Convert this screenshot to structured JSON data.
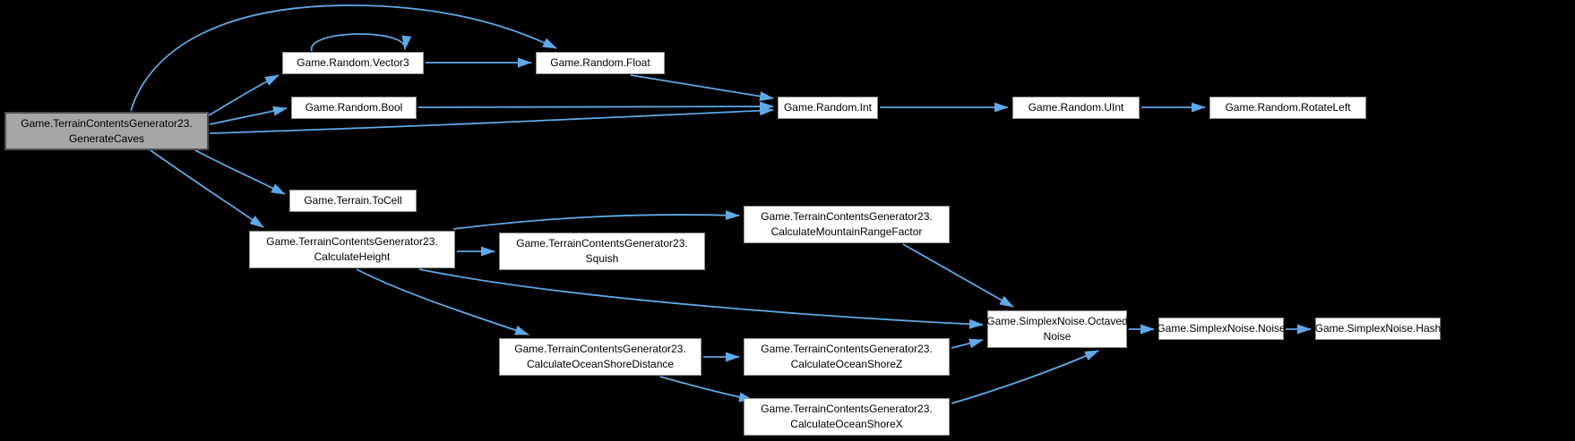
{
  "diagram": {
    "type": "call-graph",
    "colors": {
      "background": "#000000",
      "edge": "#5fa8e8",
      "node_fill": "#ffffff",
      "node_border": "#8f8f8f",
      "node_text": "#000000",
      "root_fill": "#a6a6a6",
      "root_border": "#4f4f4f"
    },
    "nodes": {
      "generate_caves": {
        "lines": [
          "Game.TerrainContentsGenerator23.",
          "GenerateCaves"
        ],
        "root": true
      },
      "random_vector3": {
        "lines": [
          "Game.Random.Vector3"
        ]
      },
      "random_float": {
        "lines": [
          "Game.Random.Float"
        ]
      },
      "random_bool": {
        "lines": [
          "Game.Random.Bool"
        ]
      },
      "random_int": {
        "lines": [
          "Game.Random.Int"
        ]
      },
      "random_uint": {
        "lines": [
          "Game.Random.UInt"
        ]
      },
      "random_rotateleft": {
        "lines": [
          "Game.Random.RotateLeft"
        ]
      },
      "terrain_tocell": {
        "lines": [
          "Game.Terrain.ToCell"
        ]
      },
      "calculate_height": {
        "lines": [
          "Game.TerrainContentsGenerator23.",
          "CalculateHeight"
        ]
      },
      "squish": {
        "lines": [
          "Game.TerrainContentsGenerator23.",
          "Squish"
        ]
      },
      "calculate_mountain_range_factor": {
        "lines": [
          "Game.TerrainContentsGenerator23.",
          "CalculateMountainRangeFactor"
        ]
      },
      "octaved_noise": {
        "lines": [
          "Game.SimplexNoise.Octaved",
          "Noise"
        ]
      },
      "simplex_noise": {
        "lines": [
          "Game.SimplexNoise.Noise"
        ]
      },
      "simplex_hash": {
        "lines": [
          "Game.SimplexNoise.Hash"
        ]
      },
      "calculate_ocean_shore_distance": {
        "lines": [
          "Game.TerrainContentsGenerator23.",
          "CalculateOceanShoreDistance"
        ]
      },
      "calculate_ocean_shore_z": {
        "lines": [
          "Game.TerrainContentsGenerator23.",
          "CalculateOceanShoreZ"
        ]
      },
      "calculate_ocean_shore_x": {
        "lines": [
          "Game.TerrainContentsGenerator23.",
          "CalculateOceanShoreX"
        ]
      }
    },
    "edges": [
      {
        "from": "generate_caves",
        "to": "random_vector3"
      },
      {
        "from": "generate_caves",
        "to": "random_float"
      },
      {
        "from": "generate_caves",
        "to": "random_bool"
      },
      {
        "from": "generate_caves",
        "to": "random_int"
      },
      {
        "from": "generate_caves",
        "to": "terrain_tocell"
      },
      {
        "from": "generate_caves",
        "to": "calculate_height"
      },
      {
        "from": "random_vector3",
        "to": "random_vector3"
      },
      {
        "from": "random_vector3",
        "to": "random_float"
      },
      {
        "from": "random_float",
        "to": "random_int"
      },
      {
        "from": "random_bool",
        "to": "random_int"
      },
      {
        "from": "random_int",
        "to": "random_uint"
      },
      {
        "from": "random_uint",
        "to": "random_rotateleft"
      },
      {
        "from": "calculate_height",
        "to": "squish"
      },
      {
        "from": "calculate_height",
        "to": "calculate_mountain_range_factor"
      },
      {
        "from": "calculate_height",
        "to": "octaved_noise"
      },
      {
        "from": "calculate_height",
        "to": "calculate_ocean_shore_distance"
      },
      {
        "from": "calculate_mountain_range_factor",
        "to": "octaved_noise"
      },
      {
        "from": "calculate_ocean_shore_distance",
        "to": "calculate_ocean_shore_z"
      },
      {
        "from": "calculate_ocean_shore_distance",
        "to": "calculate_ocean_shore_x"
      },
      {
        "from": "calculate_ocean_shore_z",
        "to": "octaved_noise"
      },
      {
        "from": "calculate_ocean_shore_x",
        "to": "octaved_noise"
      },
      {
        "from": "octaved_noise",
        "to": "simplex_noise"
      },
      {
        "from": "simplex_noise",
        "to": "simplex_hash"
      }
    ]
  }
}
